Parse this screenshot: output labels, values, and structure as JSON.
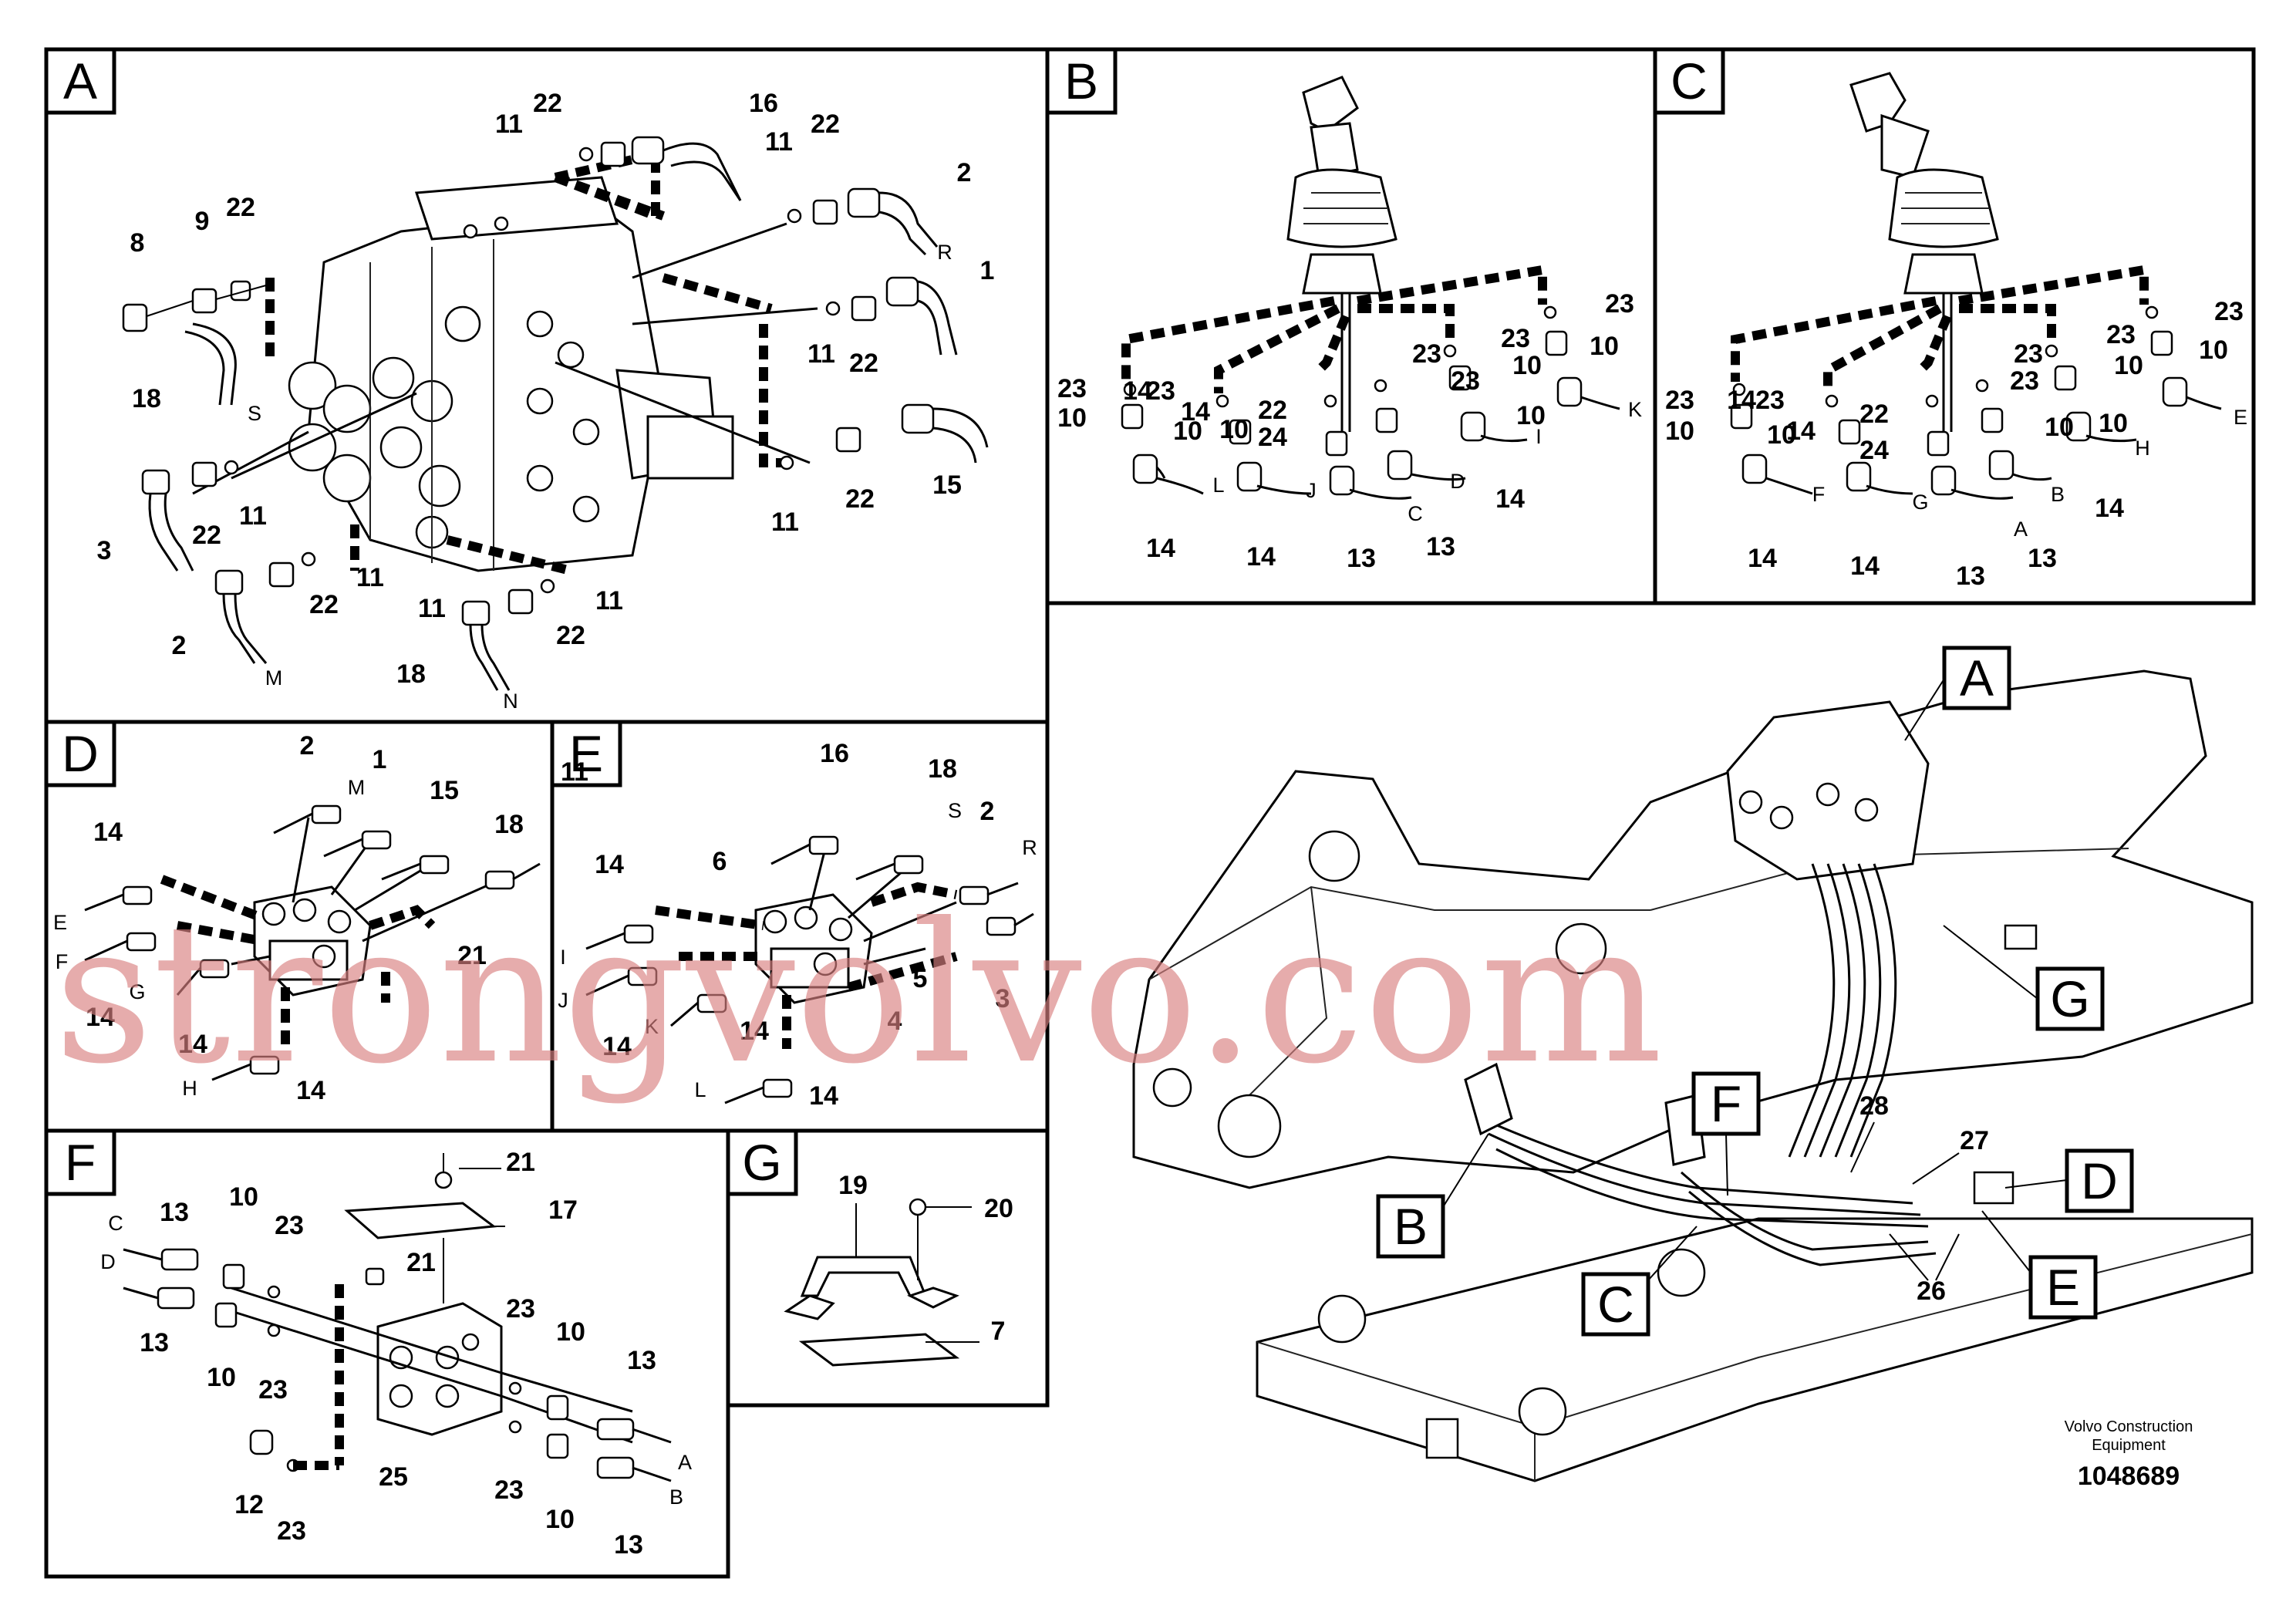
{
  "panels": {
    "A": {
      "letter": "A"
    },
    "B": {
      "letter": "B"
    },
    "C": {
      "letter": "C"
    },
    "D": {
      "letter": "D"
    },
    "E": {
      "letter": "E"
    },
    "F": {
      "letter": "F"
    },
    "G": {
      "letter": "G"
    }
  },
  "labels_a": [
    "22",
    "16",
    "11",
    "11",
    "22",
    "2",
    "9",
    "22",
    "8",
    "R",
    "1",
    "18",
    "S",
    "11",
    "22",
    "3",
    "22",
    "11",
    "15",
    "11",
    "22",
    "2",
    "M",
    "11",
    "22",
    "18",
    "N",
    "11",
    "11",
    "22",
    "11"
  ],
  "labels_b": [
    "23",
    "23",
    "10",
    "23",
    "10",
    "23",
    "23",
    "10",
    "22",
    "24",
    "10",
    "23",
    "I",
    "K",
    "L",
    "J",
    "C",
    "D",
    "14",
    "14",
    "14",
    "13",
    "13",
    "14",
    "14",
    "10",
    "10"
  ],
  "labels_c": [
    "23",
    "23",
    "10",
    "23",
    "10",
    "23",
    "23",
    "10",
    "22",
    "24",
    "10",
    "23",
    "H",
    "E",
    "F",
    "G",
    "A",
    "B",
    "14",
    "14",
    "14",
    "13",
    "13",
    "14",
    "14",
    "10",
    "10"
  ],
  "labels_d": [
    "2",
    "M",
    "1",
    "15",
    "18",
    "14",
    "E",
    "F",
    "G",
    "21",
    "14",
    "14",
    "H",
    "14"
  ],
  "labels_e": [
    "16",
    "18",
    "S",
    "2",
    "R",
    "6",
    "14",
    "I",
    "J",
    "K",
    "5",
    "4",
    "3",
    "14",
    "14",
    "L",
    "14"
  ],
  "labels_f": [
    "21",
    "17",
    "13",
    "10",
    "23",
    "C",
    "D",
    "21",
    "13",
    "10",
    "23",
    "23",
    "10",
    "13",
    "25",
    "A",
    "B",
    "12",
    "23",
    "23",
    "10",
    "13"
  ],
  "labels_g": [
    "19",
    "20",
    "7"
  ],
  "overview": {
    "callouts": [
      "A",
      "G",
      "B",
      "F",
      "C",
      "D",
      "E"
    ],
    "numbers": [
      "28",
      "27",
      "26"
    ]
  },
  "footer": {
    "brand_line1": "Volvo Construction",
    "brand_line2": "Equipment",
    "code": "1048689"
  },
  "watermark": "strongvolvo.com",
  "colors": {
    "line": "#000000",
    "watermark": "#d98080",
    "background": "#ffffff"
  }
}
